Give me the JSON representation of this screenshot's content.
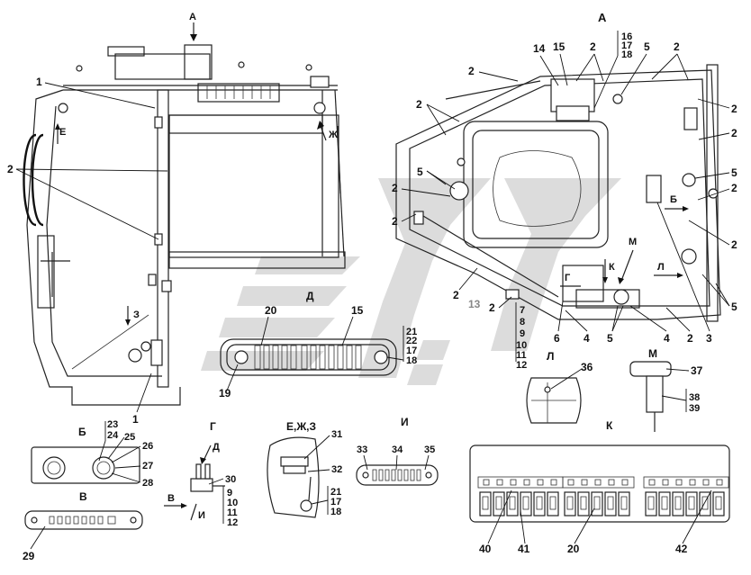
{
  "views": {
    "A_arrow_label": "А",
    "A_view_title": "А",
    "D_view_title": "Д",
    "L_view_title": "Л",
    "M_view_title": "М",
    "B_view_title": "Б",
    "V_view_title": "В",
    "G_view_title": "Г",
    "EZhZ_view_title": "Е,Ж,З",
    "I_view_title": "И",
    "K_view_title": "К"
  },
  "arrows": {
    "E": "Е",
    "Zh": "Ж",
    "Z": "З",
    "B": "Б",
    "L": "Л",
    "M": "М",
    "K": "К",
    "G": "Г",
    "D": "Д",
    "V": "В",
    "I": "И"
  },
  "callouts": {
    "left_1a": "1",
    "left_2": "2",
    "left_1b": "1",
    "topA_14": "14",
    "topA_15": "15",
    "topA_2a": "2",
    "topA_stack": [
      "16",
      "17",
      "18"
    ],
    "topA_5a": "5",
    "topA_2b": "2",
    "topA_2c": "2",
    "topA_2d": "2",
    "topA_2e": "2",
    "topA_5b": "5",
    "topA_2f": "2",
    "topA_2g": "2",
    "topA_5c": "5",
    "topA_2h": "2",
    "topA_2i": "2",
    "topA_5d": "5",
    "topA_13": "13",
    "topA_2j": "2",
    "topA_stack2": [
      "7",
      "8",
      "9",
      "10",
      "11",
      "12"
    ],
    "topA_6": "6",
    "topA_4a": "4",
    "topA_5e": "5",
    "topA_4b": "4",
    "topA_2k": "2",
    "topA_3": "3",
    "topA_5f": "5",
    "D_20": "20",
    "D_15": "15",
    "D_stack": [
      "21",
      "22",
      "17",
      "18"
    ],
    "D_19": "19",
    "L_36": "36",
    "M_37": "37",
    "M_stack": [
      "38",
      "39"
    ],
    "B_stack": [
      "23",
      "24"
    ],
    "B_25": "25",
    "B_26": "26",
    "B_27": "27",
    "B_28": "28",
    "V_29": "29",
    "G_30": "30",
    "G_stack": [
      "9",
      "10",
      "11",
      "12"
    ],
    "E_31": "31",
    "E_32": "32",
    "E_stack": [
      "21",
      "17",
      "18"
    ],
    "I_33": "33",
    "I_34": "34",
    "I_35": "35",
    "K_40": "40",
    "K_41": "41",
    "K_20": "20",
    "K_42": "42"
  },
  "switch_panel_K": {
    "groups": [
      {
        "name": "left",
        "switches": 6
      },
      {
        "name": "middle",
        "switches": 5
      },
      {
        "name": "right",
        "switches": 6
      }
    ]
  },
  "colors": {
    "line": "#222222",
    "background": "#ffffff",
    "watermark": "#dcdcdc"
  }
}
